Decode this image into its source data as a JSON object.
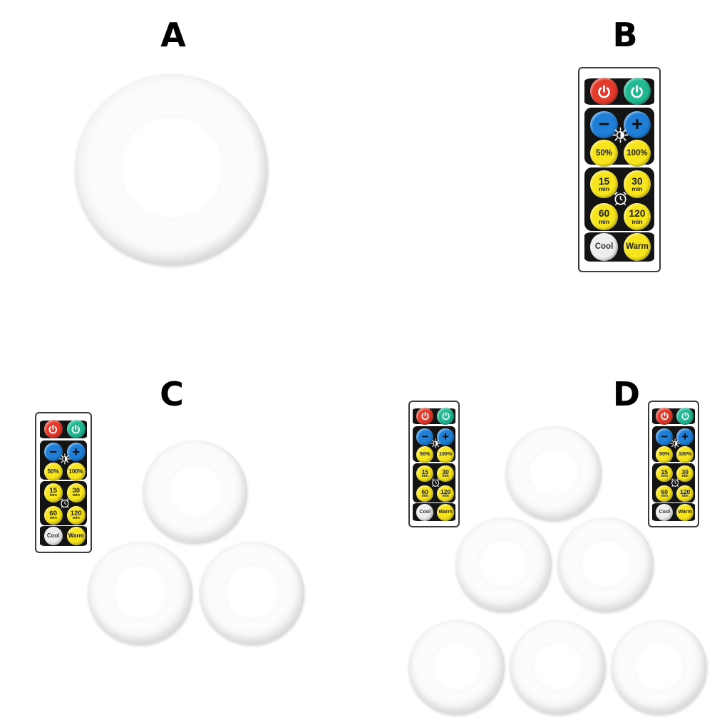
{
  "panels": [
    {
      "label": "A"
    },
    {
      "label": "B"
    },
    {
      "label": "C"
    },
    {
      "label": "D"
    }
  ],
  "remote": {
    "power_off_icon": "power-icon",
    "power_on_icon": "power-icon",
    "dim_minus": "−",
    "dim_plus": "+",
    "brightness_icon": "brightness-icon",
    "level_low": "50%",
    "level_high": "100%",
    "timer_15": [
      "15",
      "min"
    ],
    "timer_30": [
      "30",
      "min"
    ],
    "timer_60": [
      "60",
      "min"
    ],
    "timer_120": [
      "120",
      "min"
    ],
    "timer_icon": "alarm-clock-icon",
    "cool_label": "Cool",
    "warm_label": "Warm",
    "colors": {
      "power_off": "#e23a2b",
      "power_on": "#21b892",
      "dimmer": "#1f7fd6",
      "function": "#f6e41d",
      "cool": "#eeeeee",
      "body": "#ffffff",
      "panel": "#141414"
    }
  }
}
